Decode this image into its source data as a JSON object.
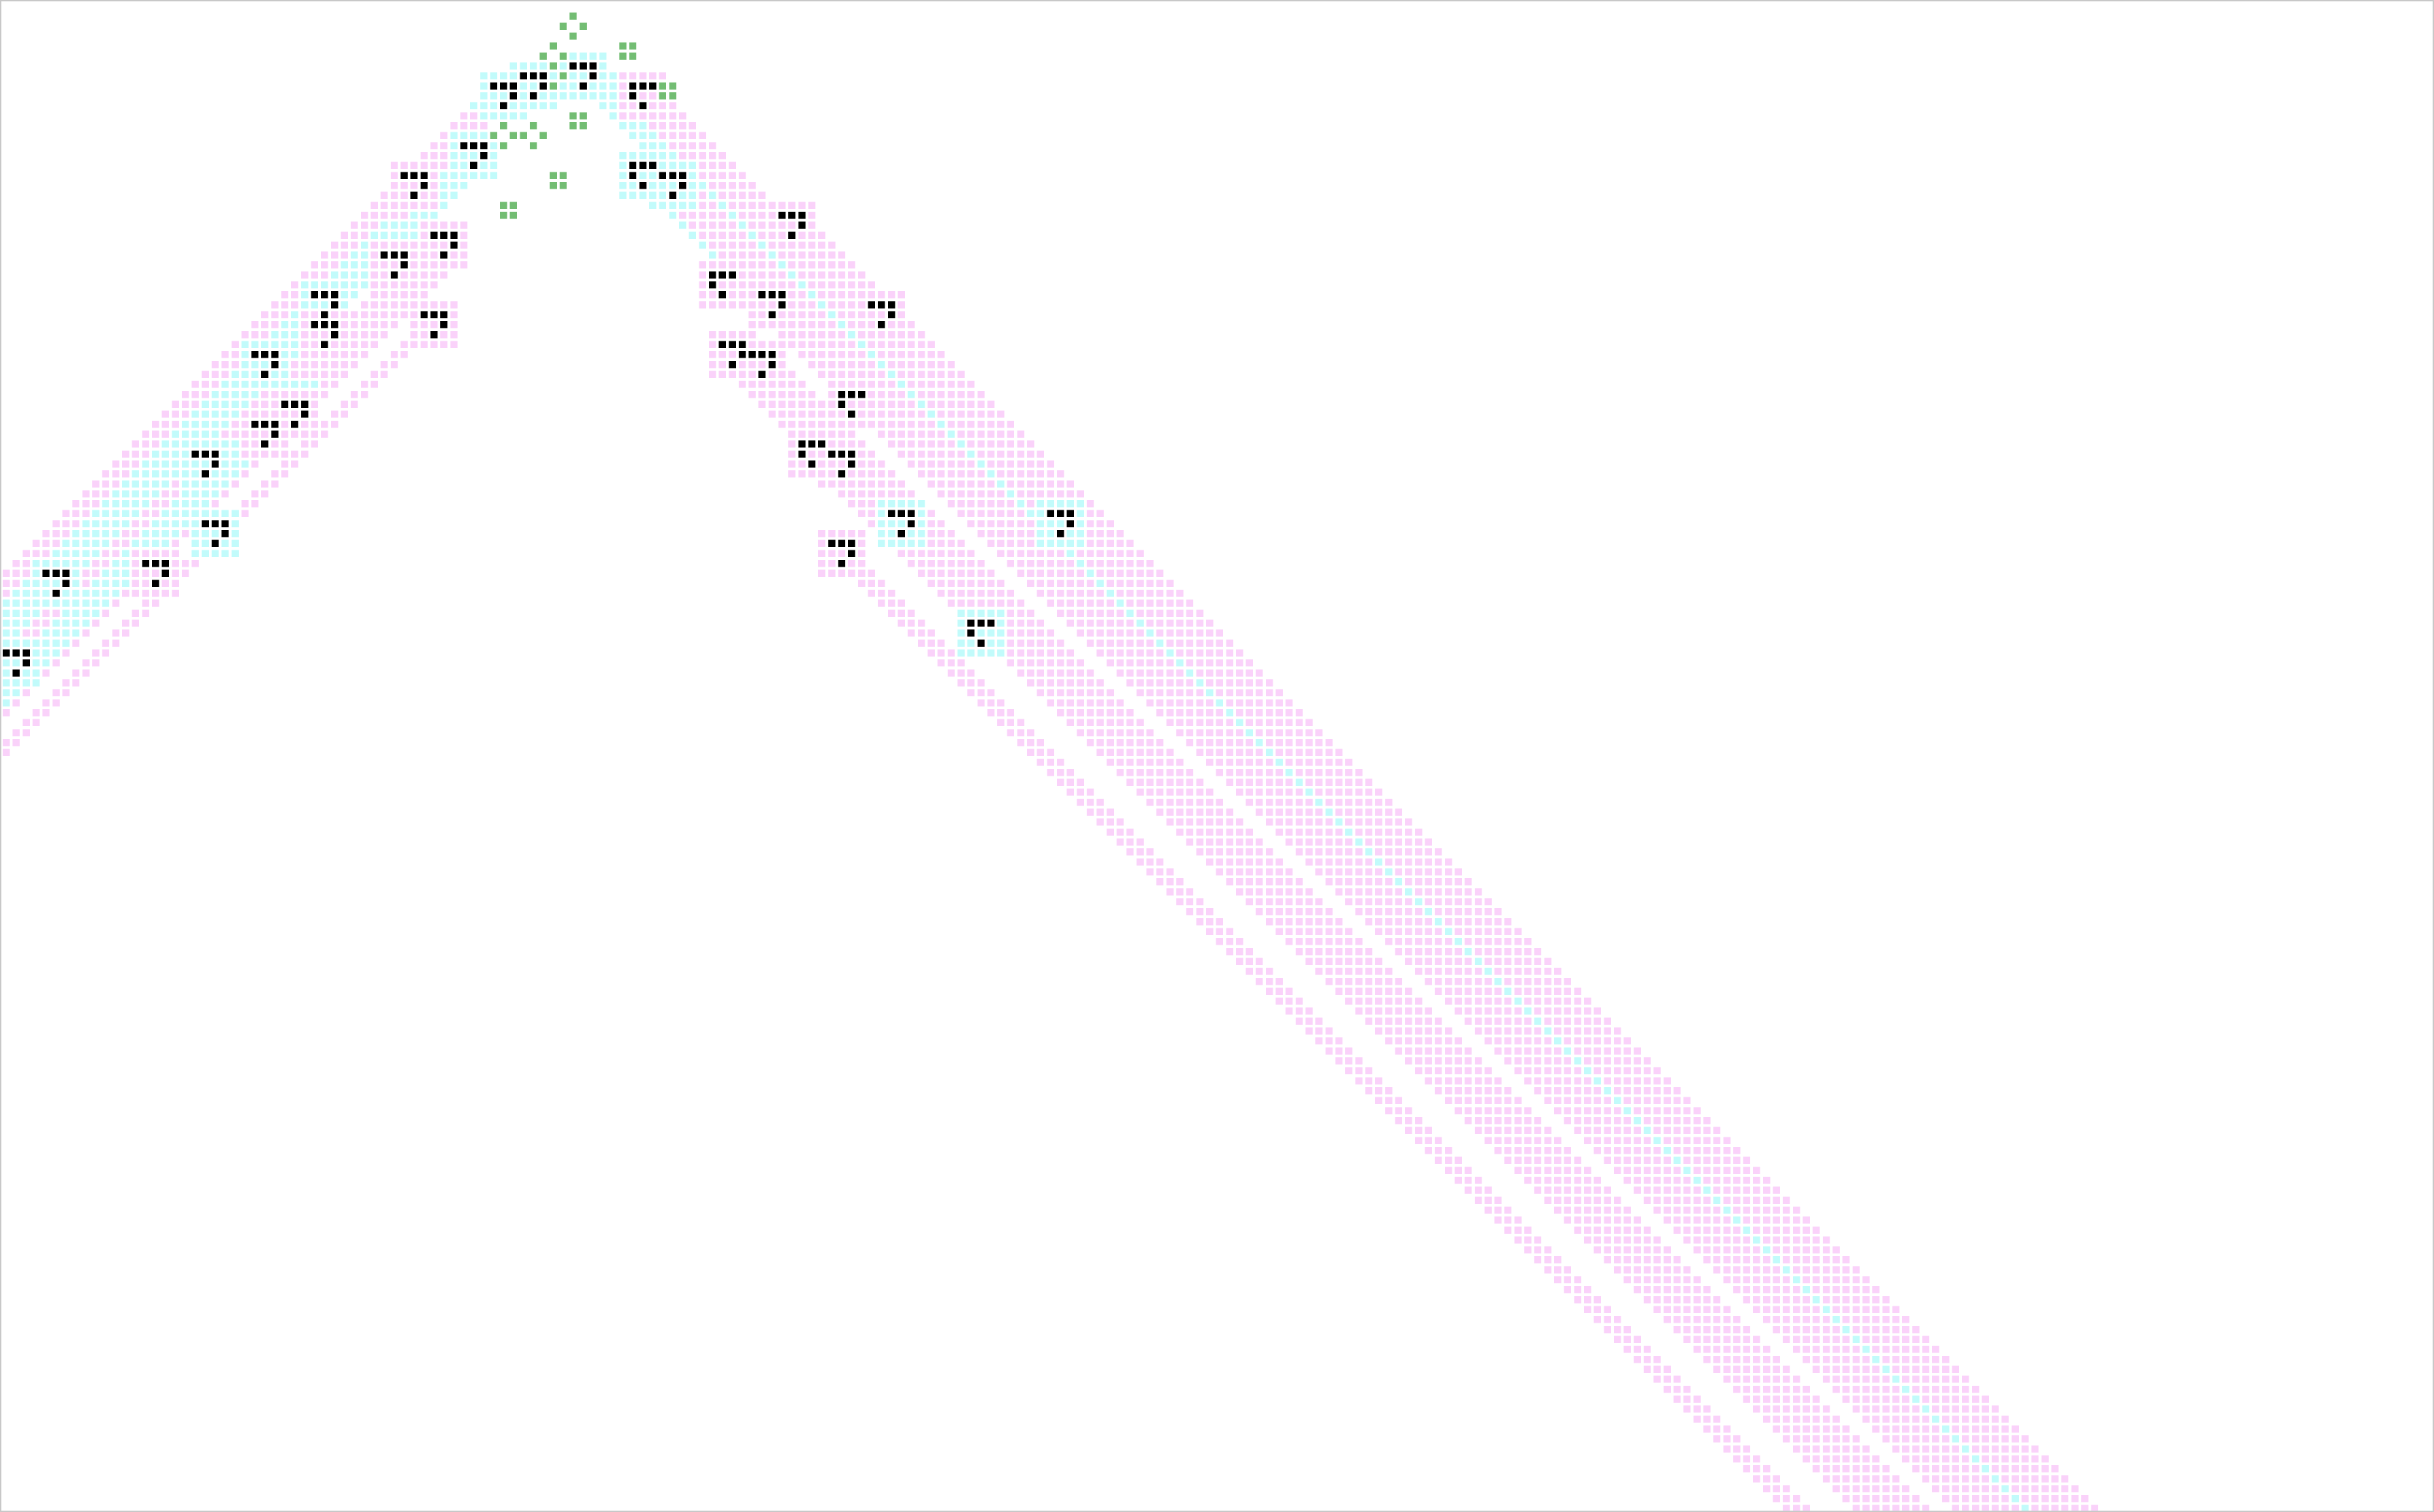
{
  "colors": {
    "background": "#ffffff",
    "border": "#c8c8c8",
    "cyan_trail": "#c2fbfb",
    "magenta_trail": "#fad2fa",
    "glider_live_cell": "#000000",
    "still_life_cell": "#73bd73"
  },
  "icons": {
    "glider": "glider-pattern",
    "still_life_block": "block-pattern",
    "still_life_tub": "tub-pattern"
  }
}
